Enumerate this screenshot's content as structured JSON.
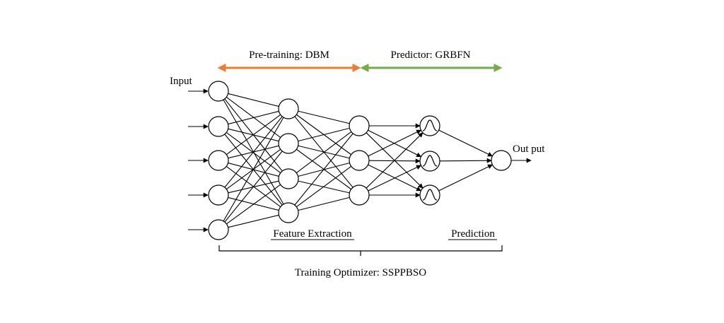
{
  "labels": {
    "input": "Input",
    "output": "Out put",
    "pretraining": "Pre-training: DBM",
    "predictor": "Predictor: GRBFN",
    "feature_extraction": "Feature Extraction",
    "prediction": "Prediction",
    "optimizer": "Training Optimizer: SSPPBSO"
  },
  "colors": {
    "pretraining_arrow": "#ED7D31",
    "predictor_arrow": "#70AD47",
    "line": "#000000"
  },
  "layers": [
    {
      "name": "input-layer",
      "nodes": 5
    },
    {
      "name": "hidden-layer-1",
      "nodes": 4
    },
    {
      "name": "hidden-layer-2",
      "nodes": 3
    },
    {
      "name": "rbf-layer",
      "nodes": 3
    },
    {
      "name": "output-layer",
      "nodes": 1
    }
  ]
}
